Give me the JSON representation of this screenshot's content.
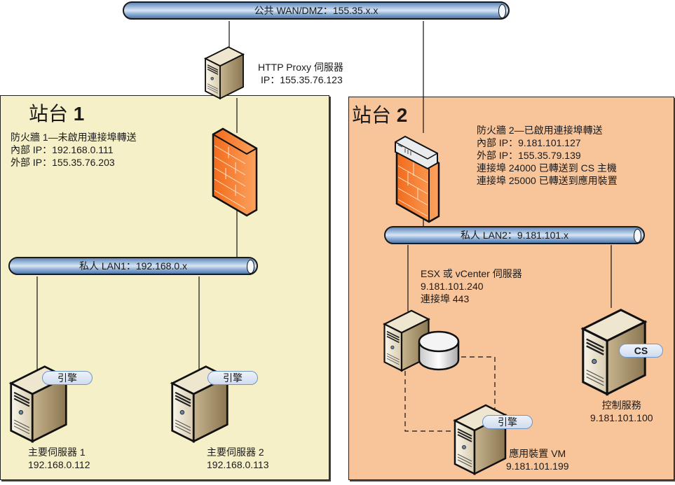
{
  "wan": {
    "label": "公共 WAN/DMZ：155.35.x.x"
  },
  "proxy": {
    "name": "HTTP Proxy 伺服器",
    "ip": "IP：155.35.76.123",
    "icon": "server-icon"
  },
  "site1": {
    "title_prefix": "站台",
    "title_num": "1",
    "firewall": {
      "label": "防火牆 1—未啟用連接埠轉送",
      "internal_ip": "內部 IP：192.168.0.111",
      "external_ip": "外部 IP：155.35.76.203",
      "icon": "firewall-icon"
    },
    "lan": {
      "label": "私人 LAN1：192.168.0.x"
    },
    "servers": [
      {
        "name": "主要伺服器 1",
        "ip": "192.168.0.112",
        "badge": "引擎",
        "icon": "server-icon"
      },
      {
        "name": "主要伺服器 2",
        "ip": "192.168.0.113",
        "badge": "引擎",
        "icon": "server-icon"
      }
    ]
  },
  "site2": {
    "title_prefix": "站台",
    "title_num": "2",
    "firewall": {
      "label": "防火牆 2—已啟用連接埠轉送",
      "internal_ip": "內部 IP：9.181.101.127",
      "external_ip": "外部 IP：155.35.79.139",
      "forward1": "連接埠 24000 已轉送到 CS 主機",
      "forward2": "連接埠 25000 已轉送到應用裝置",
      "icon": "firewall-router-icon"
    },
    "lan": {
      "label": "私人 LAN2：9.181.101.x"
    },
    "esx": {
      "name": "ESX 或 vCenter 伺服器",
      "ip": "9.181.101.240",
      "port": "連接埠 443",
      "icon": "server-with-datastore-icon"
    },
    "appliance": {
      "name": "應用裝置 VM",
      "ip": "9.181.101.199",
      "badge": "引擎",
      "icon": "server-icon"
    },
    "control": {
      "name": "控制服務",
      "ip": "9.181.101.100",
      "badge": "CS",
      "icon": "server-icon"
    }
  },
  "colors": {
    "site1_bg": "#f6f0c8",
    "site2_bg": "#f8c49a",
    "pipe": "#8fb0d8",
    "firewall": "#f47a2a"
  }
}
